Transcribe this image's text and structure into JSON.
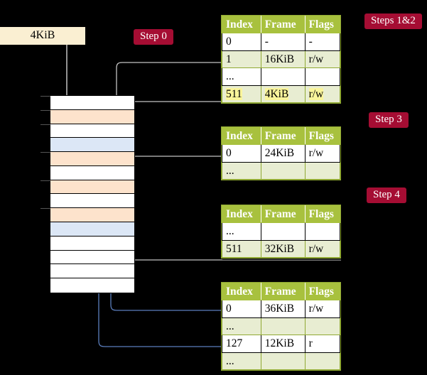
{
  "diagram": {
    "title": "Page table walk diagram",
    "colors": {
      "step_badge_bg": "#A50D33",
      "step_badge_text": "#FFFFFF",
      "table_header_bg": "#A8C13E",
      "table_alt_row_bg": "#E8EDD2",
      "table_border": "#8FA832",
      "highlight_bg": "#FAF59B",
      "mem_orange": "#FDE3CC",
      "mem_blue": "#DCE7F6",
      "size_label_bg": "#FAEFD2",
      "gray_arrow": "#BFBFBF",
      "blue_arrow": "#5B7EBD",
      "background": "#000000"
    }
  },
  "labels": {
    "size_label": "4KiB",
    "step0": "Step 0",
    "steps12": "Steps 1&2",
    "step3": "Step 3",
    "step4": "Step 4"
  },
  "columns": [
    "Index",
    "Frame",
    "Flags"
  ],
  "tables": [
    {
      "name": "level4-table",
      "rows": [
        {
          "index": "0",
          "frame": "-",
          "flags": "-",
          "style": "plain",
          "highlight": false
        },
        {
          "index": "1",
          "frame": "16KiB",
          "flags": "r/w",
          "style": "alt",
          "highlight": false
        },
        {
          "index": "...",
          "frame": "",
          "flags": "",
          "style": "plain",
          "highlight": false
        },
        {
          "index": "511",
          "frame": "4KiB",
          "flags": "r/w",
          "style": "alt",
          "highlight": true
        }
      ]
    },
    {
      "name": "level3-table",
      "rows": [
        {
          "index": "0",
          "frame": "24KiB",
          "flags": "r/w",
          "style": "plain",
          "highlight": false
        },
        {
          "index": "...",
          "frame": "",
          "flags": "",
          "style": "alt",
          "highlight": false
        }
      ]
    },
    {
      "name": "level2-table",
      "rows": [
        {
          "index": "...",
          "frame": "",
          "flags": "",
          "style": "plain",
          "highlight": false
        },
        {
          "index": "511",
          "frame": "32KiB",
          "flags": "r/w",
          "style": "alt",
          "highlight": false
        }
      ]
    },
    {
      "name": "level1-table",
      "rows": [
        {
          "index": "0",
          "frame": "36KiB",
          "flags": "r/w",
          "style": "plain",
          "highlight": false
        },
        {
          "index": "...",
          "frame": "",
          "flags": "",
          "style": "alt",
          "highlight": false
        },
        {
          "index": "127",
          "frame": "12KiB",
          "flags": "r",
          "style": "plain",
          "highlight": false
        },
        {
          "index": "...",
          "frame": "",
          "flags": "",
          "style": "alt",
          "highlight": false
        }
      ]
    }
  ],
  "memory_column": {
    "name": "physical-memory-frames",
    "frames": [
      {
        "fill": "white"
      },
      {
        "fill": "orange"
      },
      {
        "fill": "white"
      },
      {
        "fill": "blue"
      },
      {
        "fill": "orange"
      },
      {
        "fill": "white"
      },
      {
        "fill": "orange"
      },
      {
        "fill": "white"
      },
      {
        "fill": "orange"
      },
      {
        "fill": "blue"
      },
      {
        "fill": "white"
      },
      {
        "fill": "white"
      },
      {
        "fill": "white"
      },
      {
        "fill": "white"
      }
    ]
  }
}
